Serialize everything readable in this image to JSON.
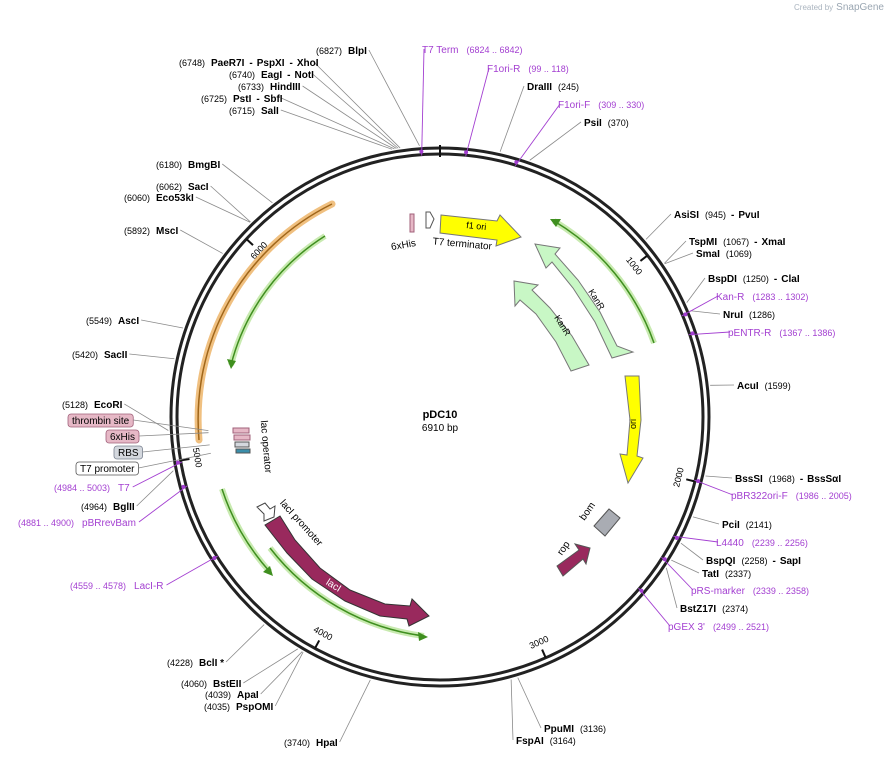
{
  "credit": {
    "prefix": "Created by",
    "logo": "SnapGene"
  },
  "plasmid": {
    "name": "pDC10",
    "length": "6910 bp",
    "total_bp": 6910
  },
  "ticks": [
    {
      "label": "1000",
      "bp": 1000
    },
    {
      "label": "2000",
      "bp": 2000
    },
    {
      "label": "3000",
      "bp": 3000
    },
    {
      "label": "4000",
      "bp": 4000
    },
    {
      "label": "5000",
      "bp": 5000
    },
    {
      "label": "6000",
      "bp": 6000
    }
  ],
  "enzymes": [
    {
      "pos": "(6827)",
      "name": "BlpI"
    },
    {
      "pos": "(6748)",
      "name": "PaeR7I",
      "extras": [
        "PspXI",
        "XhoI"
      ]
    },
    {
      "pos": "(6740)",
      "name": "EagI",
      "extras": [
        "NotI"
      ]
    },
    {
      "pos": "(6733)",
      "name": "HindIII"
    },
    {
      "pos": "(6725)",
      "name": "PstI",
      "extras": [
        "SbfI"
      ]
    },
    {
      "pos": "(6715)",
      "name": "SalI"
    },
    {
      "pos": "(245)",
      "name": "DraIII"
    },
    {
      "pos": "(370)",
      "name": "PsiI"
    },
    {
      "pos": "(6180)",
      "name": "BmgBI"
    },
    {
      "pos": "(6062)",
      "name": "SacI"
    },
    {
      "pos": "(6060)",
      "name": "Eco53kI"
    },
    {
      "pos": "(5892)",
      "name": "MscI"
    },
    {
      "pos": "(945)",
      "name": "AsiSI",
      "extras": [
        "PvuI"
      ]
    },
    {
      "pos": "(1067)",
      "name": "TspMI",
      "extras": [
        "XmaI"
      ]
    },
    {
      "pos": "(1069)",
      "name": "SmaI"
    },
    {
      "pos": "(1250)",
      "name": "BspDI",
      "extras": [
        "ClaI"
      ]
    },
    {
      "pos": "(1286)",
      "name": "NruI"
    },
    {
      "pos": "(5549)",
      "name": "AscI"
    },
    {
      "pos": "(5420)",
      "name": "SacII"
    },
    {
      "pos": "(1599)",
      "name": "AcuI"
    },
    {
      "pos": "(5128)",
      "name": "EcoRI"
    },
    {
      "pos": "(1968)",
      "name": "BssSI",
      "extras": [
        "BssSαI"
      ]
    },
    {
      "pos": "(4964)",
      "name": "BglII"
    },
    {
      "pos": "(2141)",
      "name": "PciI"
    },
    {
      "pos": "(2258)",
      "name": "BspQI",
      "extras": [
        "SapI"
      ]
    },
    {
      "pos": "(2337)",
      "name": "TatI"
    },
    {
      "pos": "(2374)",
      "name": "BstZ17I"
    },
    {
      "pos": "(4228)",
      "name": "BclI *"
    },
    {
      "pos": "(4060)",
      "name": "BstEII"
    },
    {
      "pos": "(4039)",
      "name": "ApaI"
    },
    {
      "pos": "(4035)",
      "name": "PspOMI"
    },
    {
      "pos": "(3136)",
      "name": "PpuMI"
    },
    {
      "pos": "(3164)",
      "name": "FspAI"
    },
    {
      "pos": "(3740)",
      "name": "HpaI"
    }
  ],
  "primers": [
    {
      "name": "T7 Term",
      "range": "(6824 .. 6842)"
    },
    {
      "name": "F1ori-R",
      "range": "(99 .. 118)"
    },
    {
      "name": "F1ori-F",
      "range": "(309 .. 330)"
    },
    {
      "name": "Kan-R",
      "range": "(1283 .. 1302)"
    },
    {
      "name": "pENTR-R",
      "range": "(1367 .. 1386)"
    },
    {
      "name": "pBR322ori-F",
      "range": "(1986 .. 2005)"
    },
    {
      "name": "L4440",
      "range": "(2239 .. 2256)"
    },
    {
      "name": "pRS-marker",
      "range": "(2339 .. 2358)"
    },
    {
      "name": "pGEX 3'",
      "range": "(2499 .. 2521)"
    },
    {
      "name": "T7",
      "range": "(4984 .. 5003)"
    },
    {
      "name": "pBRrevBam",
      "range": "(4881 .. 4900)"
    },
    {
      "name": "LacI-R",
      "range": "(4559 .. 4578)"
    }
  ],
  "boxed_features": [
    {
      "label": "thrombin site",
      "fill": "#e6b8c6",
      "stroke": "#a0607a"
    },
    {
      "label": "6xHis",
      "fill": "#e6b8c6",
      "stroke": "#a0607a"
    },
    {
      "label": "RBS",
      "fill": "#d4d8de",
      "stroke": "#7a8290"
    },
    {
      "label": "T7 promoter",
      "fill": "#ffffff",
      "stroke": "#555555"
    }
  ],
  "features": [
    {
      "label": "f1 ori"
    },
    {
      "label": "KanR"
    },
    {
      "label": "KanR"
    },
    {
      "label": "ori"
    },
    {
      "label": "rop"
    },
    {
      "label": "bom"
    },
    {
      "label": "lacI"
    },
    {
      "label": "lacI promoter"
    },
    {
      "label": "lac operator"
    },
    {
      "label": "6xHis"
    },
    {
      "label": "T7 terminator"
    }
  ],
  "colors": {
    "primer": "#a33fd1",
    "enzyme": "#000000",
    "backbone": "#222222",
    "f1ori": "#ffff00",
    "ori": "#ffff00",
    "kanr": "#c8f7c5",
    "laci": "#99295d",
    "lacI_halo": "#8fd06a",
    "rop": "#99295d",
    "bom": "#a9acb3",
    "orf_line": "#4a9a24",
    "orf_orange": "#f0a030"
  }
}
